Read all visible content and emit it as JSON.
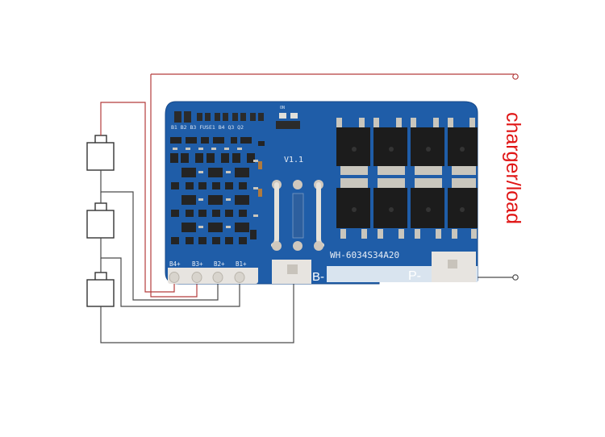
{
  "board": {
    "version": "V1.1",
    "model": "WH-6034S34A20",
    "pad_b_minus": "B-",
    "pad_p_minus": "P-",
    "tap_labels": [
      "B4+",
      "B3+",
      "B2+",
      "B1+"
    ],
    "silk_top": "B1 B2 B3  FUSE1  B4 Q3  Q2",
    "led_label": "ON"
  },
  "side_label": "charger/load",
  "colors": {
    "pcb": "#1f5da8",
    "pcb_edge": "#17498a",
    "charger_wire": "#b33c3c",
    "wire": "#4a4a4a",
    "side_label": "#e01515",
    "pad": "#e7e4e0"
  },
  "cells": [
    "cell-top",
    "cell-middle",
    "cell-bottom"
  ]
}
